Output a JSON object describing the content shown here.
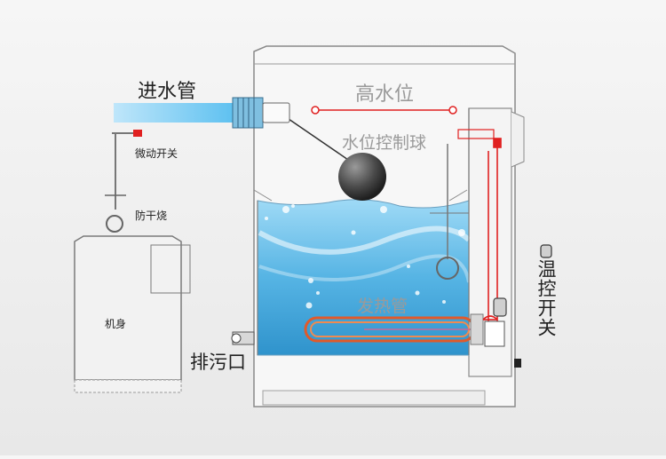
{
  "labels": {
    "inlet_pipe": "进水管",
    "high_water_level": "高水位",
    "float_ball": "水位控制球",
    "micro_switch": "微动开关",
    "anti_dry_burn": "防干烧",
    "body": "机身",
    "heating_tube": "发热管",
    "drain": "排污口",
    "thermostat_switch": "温控开关"
  },
  "colors": {
    "water": "#5bb8e6",
    "pipe": "#6cc4f0",
    "heater": "#e05a2b",
    "wire": "#e02020",
    "outline": "#8a8a8a"
  }
}
